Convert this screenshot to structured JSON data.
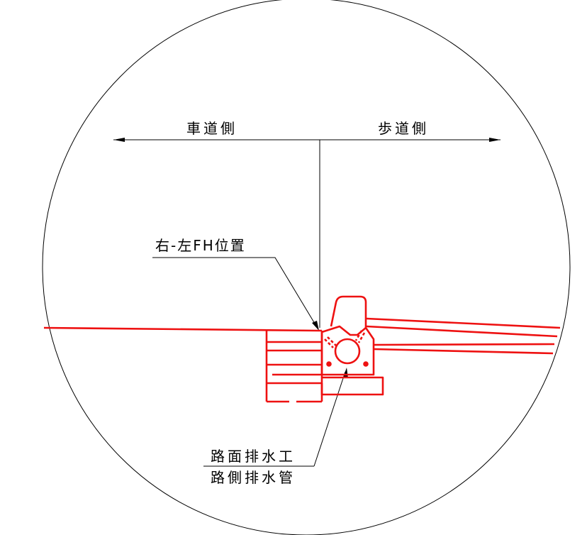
{
  "labels": {
    "roadway_side": "車道側",
    "sidewalk_side": "歩道側",
    "fh_position": "右-左FH位置",
    "road_surface_drainage": "路面排水工",
    "roadside_drain_pipe": "路側排水管"
  },
  "colors": {
    "drawing_line": "#ee1111",
    "leader_line": "#000000",
    "background": "#ffffff"
  }
}
